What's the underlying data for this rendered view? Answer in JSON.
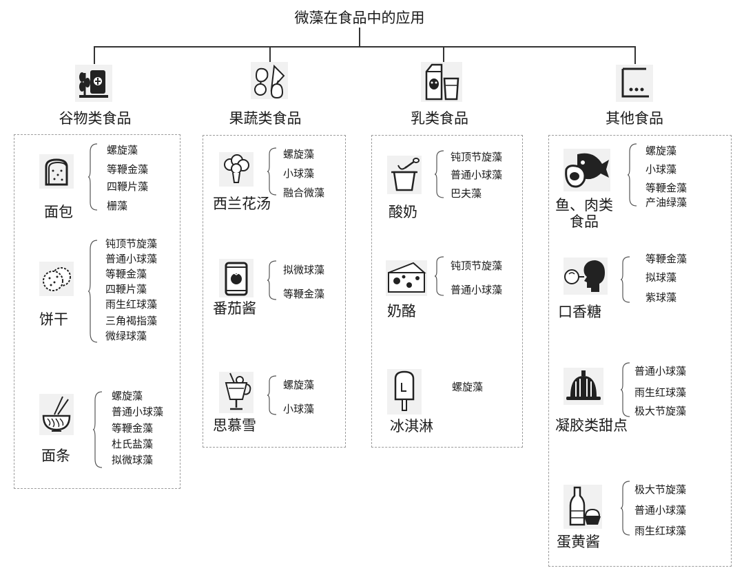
{
  "title": "微藻在食品中的应用",
  "categories": [
    {
      "label": "谷物类食品",
      "icon": "grain-food-icon",
      "items": [
        {
          "name": "面包",
          "icon": "bread-icon",
          "algae": [
            "螺旋藻",
            "等鞭金藻",
            "四鞭片藻",
            "栅藻"
          ]
        },
        {
          "name": "饼干",
          "icon": "cookies-icon",
          "algae": [
            "钝顶节旋藻",
            "普通小球藻",
            "等鞭金藻",
            "四鞭片藻",
            "雨生红球藻",
            "三角褐指藻",
            "微绿球藻"
          ]
        },
        {
          "name": "面条",
          "icon": "noodles-icon",
          "algae": [
            "螺旋藻",
            "普通小球藻",
            "等鞭金藻",
            "杜氏盐藻",
            "拟微球藻"
          ]
        }
      ]
    },
    {
      "label": "果蔬类食品",
      "icon": "fruit-vegetable-icon",
      "items": [
        {
          "name": "西兰花汤",
          "icon": "broccoli-icon",
          "algae": [
            "螺旋藻",
            "小球藻",
            "融合微藻"
          ]
        },
        {
          "name": "番茄酱",
          "icon": "tomato-can-icon",
          "algae": [
            "拟微球藻",
            "等鞭金藻"
          ]
        },
        {
          "name": "思慕雪",
          "icon": "smoothie-icon",
          "algae": [
            "螺旋藻",
            "小球藻"
          ]
        }
      ]
    },
    {
      "label": "乳类食品",
      "icon": "dairy-icon",
      "items": [
        {
          "name": "酸奶",
          "icon": "yogurt-icon",
          "algae": [
            "钝顶节旋藻",
            "普通小球藻",
            "巴夫藻"
          ]
        },
        {
          "name": "奶酪",
          "icon": "cheese-icon",
          "algae": [
            "钝顶节旋藻",
            "普通小球藻"
          ]
        },
        {
          "name": "冰淇淋",
          "icon": "ice-cream-icon",
          "algae": [
            "螺旋藻"
          ]
        }
      ]
    },
    {
      "label": "其他食品",
      "icon": "other-food-icon",
      "items": [
        {
          "name": "鱼、肉类\n食品",
          "icon": "fish-meat-icon",
          "algae": [
            "螺旋藻",
            "小球藻",
            "等鞭金藻",
            "产油绿藻"
          ]
        },
        {
          "name": "口香糖",
          "icon": "chewing-gum-icon",
          "algae": [
            "等鞭金藻",
            "拟球藻",
            "紫球藻"
          ]
        },
        {
          "name": "凝胶类甜点",
          "icon": "jelly-icon",
          "algae": [
            "普通小球藻",
            "雨生红球藻",
            "极大节旋藻"
          ]
        },
        {
          "name": "蛋黄酱",
          "icon": "mayonnaise-icon",
          "algae": [
            "极大节旋藻",
            "普通小球藻",
            "雨生红球藻"
          ]
        }
      ]
    }
  ]
}
